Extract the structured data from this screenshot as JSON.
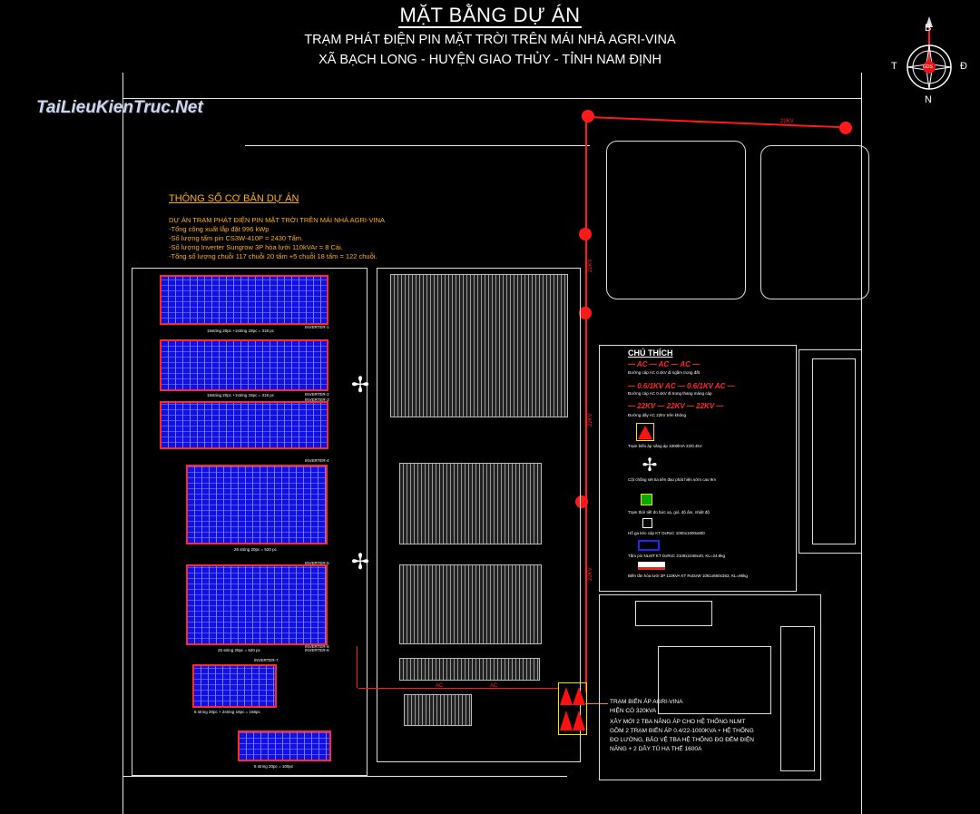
{
  "header": {
    "title": "MẶT BẰNG DỰ ÁN",
    "subtitle1": "TRẠM PHÁT ĐIỆN PIN MẶT TRỜI TRÊN MÁI NHÀ AGRI-VINA",
    "subtitle2": "XÃ BẠCH LONG - HUYỆN GIAO THỦY - TỈNH NAM ĐỊNH"
  },
  "watermark": "TaiLieuKienTruc.Net",
  "compass": {
    "north_top": "B",
    "south": "N",
    "west": "T",
    "east": "Đ",
    "center": "GDS"
  },
  "params": {
    "heading": "THÔNG SỐ CƠ BẢN DỰ ÁN",
    "lines": [
      "DỰ ÁN TRẠM PHÁT ĐIỆN PIN MẶT TRỜI TRÊN MÁI NHÀ AGRI-VINA",
      "-Tổng công xuất lắp đặt 996 kWp",
      "-Số lượng tấm pin CS3W-410P = 2430 Tấm.",
      "-Số lượng Inverter Sungrow 3P hòa lưới 110kVAr = 8 Cái.",
      "-Tổng số lượng chuỗi 117 chuỗi 20 tấm +5 chuỗi 18 tấm = 122 chuỗi."
    ]
  },
  "legend": {
    "heading": "CHÚ THÍCH",
    "items": [
      {
        "symbol": "— AC — AC — AC —",
        "text": "Đường cáp AC 0.4kV đi ngầm trong đất"
      },
      {
        "symbol": "— 0.6/1KV AC — 0.6/1KV AC —",
        "text": "Đường cáp AC 0.4kV đi trong thang máng cáp"
      },
      {
        "symbol": "— 22KV — 22KV — 22KV —",
        "text": "Đường dây AC 22kV trên không"
      },
      {
        "symbol": "",
        "text": "Trạm biến áp nâng áp 1000kVA 22/0.4kV"
      },
      {
        "symbol": "",
        "text": "Cột chống sét tia tiên đạo phát hiện sớm cao 9m"
      },
      {
        "symbol": "",
        "text": "Trạm thời tiết đo bức xạ, gió, độ ẩm, nhiệt độ"
      },
      {
        "symbol": "",
        "text": "Hố ga kéo cáp KT DxRxC 1000x1000x800"
      },
      {
        "symbol": "",
        "text": "Tấm pin NLMT KT DxRxC 2108x1048x40, KL=24.8kg"
      },
      {
        "symbol": "",
        "text": "Biến tần hòa lưới 3P 110kVA KT RxDxW 1051x660x363, KL=86kg"
      }
    ]
  },
  "lines": {
    "kv": "22KV",
    "ac": "AC"
  },
  "arrays": {
    "inverters": [
      "INVERTER-1",
      "INVERTER-2",
      "INVERTER-3",
      "INVERTER-4",
      "INVERTER-5",
      "INVERTER-6",
      "INVERTER-7",
      "INVERTER-8"
    ],
    "strings": [
      "15string 20pc +1string 18pc = 318 pc",
      "15string 20pc +1string 18pc = 318 pc",
      "26 string 20pc = 520 pc",
      "26 string 20pc = 520 pc",
      "6 string 20pc + 2string 18pc = 156pc",
      "5 string 20pc = 100pc"
    ]
  },
  "annotation": {
    "line1": "TRẠM BIẾN ÁP AGRI-VINA",
    "line2": "HIỆN CÓ 320kVA",
    "line3": "XÂY MỚI 2 TBA NÂNG ÁP CHO HỆ THỐNG NLMT",
    "line4": "GỒM 2 TRẠM BIẾN ÁP 0.4/22-1000KVA + HỆ THỐNG",
    "line5": "ĐO LƯỜNG, BẢO VỆ TBA HỆ THỐNG ĐO ĐẾM ĐIỆN",
    "line6": "NĂNG + 2 DÂY TỦ HẠ THẾ 1600A"
  },
  "colors": {
    "panel": "#1010e0",
    "cable": "#ff1a1a",
    "params": "#ffb020"
  }
}
